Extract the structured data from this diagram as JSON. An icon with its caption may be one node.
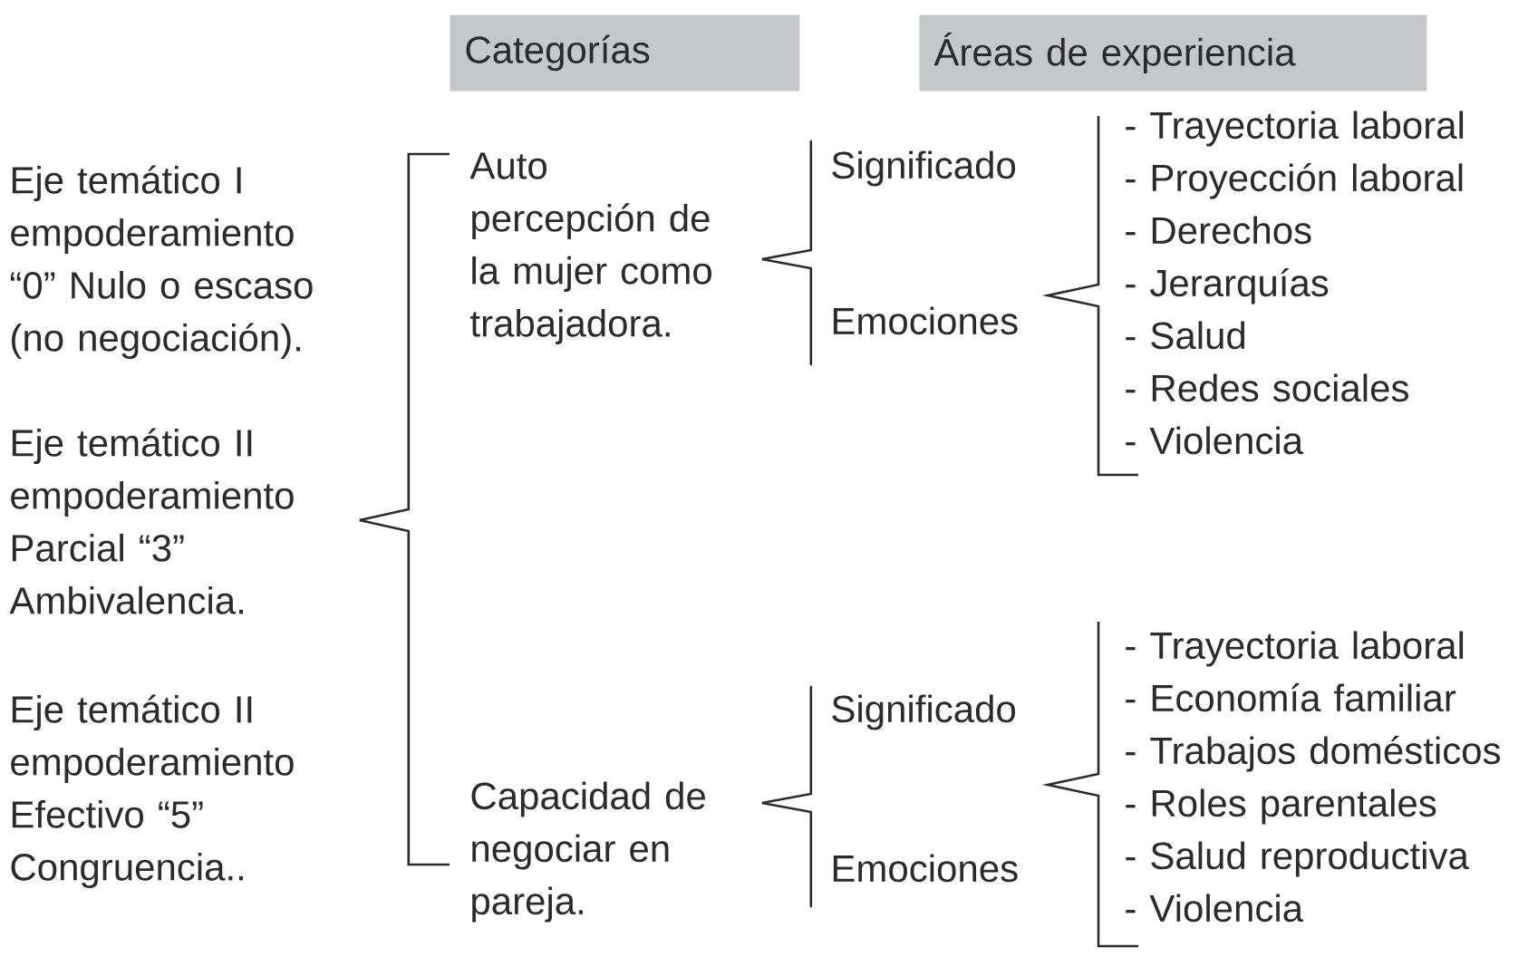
{
  "diagram": {
    "nodes": [
      {
        "text": [
          "Categorías"
        ]
      },
      {
        "text": [
          "Áreas de experiencia"
        ]
      },
      {
        "text": [
          "Eje temático I empoderamiento “0” Nulo o escaso (no negociación)."
        ]
      },
      {
        "text": [
          "Eje temático II empoderamiento Parcial “3” Ambivalencia."
        ]
      },
      {
        "text": [
          "Eje temático II empoderamiento Efectivo “5” Congruencia.."
        ]
      },
      {
        "text": [
          "Auto percepción de la mujer como trabajadora."
        ]
      },
      {
        "text": [
          "Capacidad de negociar en pareja."
        ]
      },
      {
        "text": [
          "Significado"
        ]
      },
      {
        "text": [
          "Emociones"
        ]
      },
      {
        "text": [
          "Significado"
        ]
      },
      {
        "text": [
          "Emociones"
        ]
      },
      {
        "text": [
          "- Trayectoria laboral",
          "- Proyección laboral",
          "- Derechos",
          "- Jerarquías",
          "- Salud",
          "- Redes sociales",
          "- Violencia"
        ]
      },
      {
        "text": [
          "- Trayectoria laboral",
          "- Economía familiar",
          "- Trabajos domésticos",
          "- Roles parentales",
          "- Salud reproductiva",
          "- Violencia"
        ]
      }
    ],
    "edges": [
      {
        "from": 3,
        "to": 5,
        "arrow": "none"
      },
      {
        "from": 3,
        "to": 6,
        "arrow": "none"
      },
      {
        "from": 5,
        "to": 7,
        "arrow": "none"
      },
      {
        "from": 5,
        "to": 8,
        "arrow": "none"
      },
      {
        "from": 6,
        "to": 9,
        "arrow": "none"
      },
      {
        "from": 6,
        "to": 10,
        "arrow": "none"
      },
      {
        "from": null,
        "to": 11,
        "arrow": "none"
      },
      {
        "from": null,
        "to": 12,
        "arrow": "none"
      }
    ]
  }
}
